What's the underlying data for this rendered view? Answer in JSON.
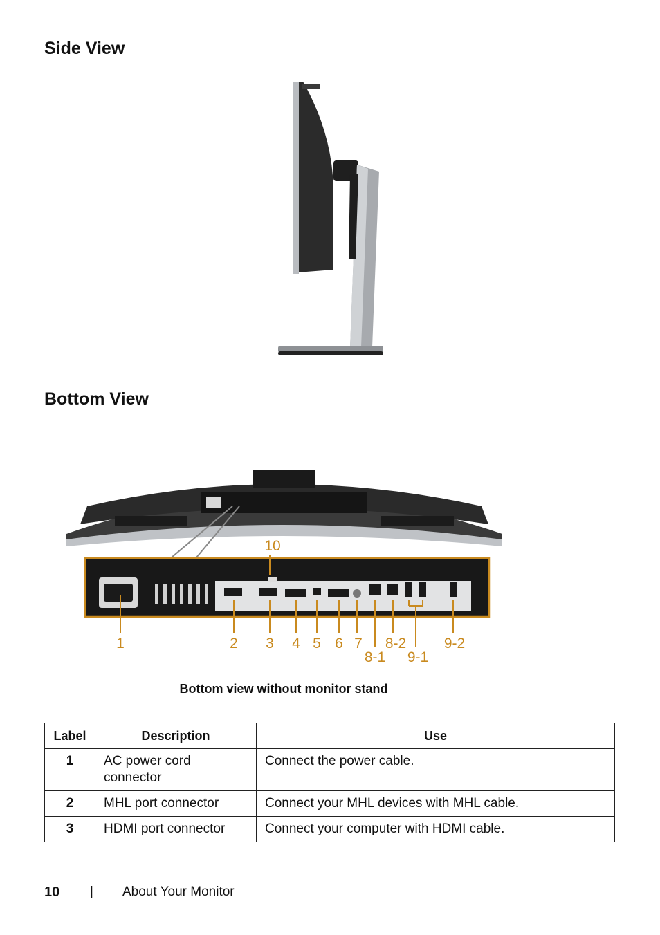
{
  "sections": {
    "side_view": "Side View",
    "bottom_view": "Bottom View"
  },
  "figure": {
    "callouts": [
      "1",
      "2",
      "3",
      "4",
      "5",
      "6",
      "7",
      "8-1",
      "8-2",
      "9-1",
      "9-2",
      "10"
    ],
    "caption": "Bottom view without monitor stand",
    "accent_color": "#c98a1f"
  },
  "table": {
    "headers": {
      "label": "Label",
      "description": "Description",
      "use": "Use"
    },
    "rows": [
      {
        "label": "1",
        "description": "AC power cord connector",
        "use": "Connect the power cable."
      },
      {
        "label": "2",
        "description": "MHL port connector",
        "use": "Connect your MHL devices with MHL cable."
      },
      {
        "label": "3",
        "description": "HDMI port connector",
        "use": "Connect your computer with HDMI cable."
      }
    ]
  },
  "footer": {
    "page_number": "10",
    "separator": "|",
    "section_title": "About Your Monitor"
  }
}
